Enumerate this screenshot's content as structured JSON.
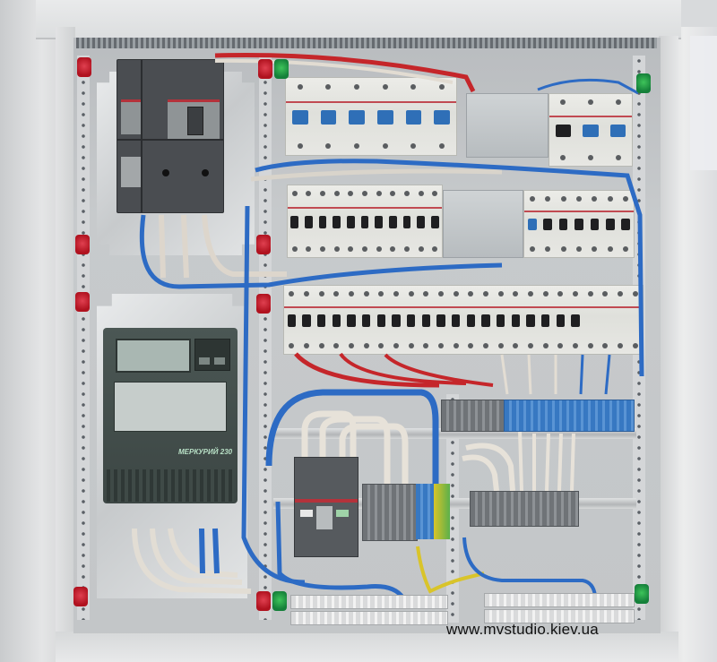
{
  "scene": {
    "subject": "Open electrical distribution cabinet with circuit breakers, energy meter and terminal blocks",
    "colors": {
      "cabinet": "#e4e5e6",
      "mounting_plate": "#c3c6c8",
      "wire_blue": "#2d6bc4",
      "wire_red": "#c82a2a",
      "wire_white": "#e8e4de",
      "wire_yellow_green": "#d9c42a",
      "clamp_red": "#c8202e",
      "clamp_green": "#1f9a45",
      "breaker_lever_blue": "#2f6fb7"
    }
  },
  "components": {
    "main_breaker": {
      "label": "Main circuit breaker"
    },
    "energy_meter": {
      "label": "Electricity meter",
      "brand_text": "МЕРКУРИЙ 230"
    },
    "breaker_rows": [
      {
        "name": "top-row",
        "modules": 6
      },
      {
        "name": "middle-row",
        "modules": 11
      },
      {
        "name": "bottom-row",
        "modules": 24
      }
    ],
    "terminal_blocks": [
      "upper distribution terminals",
      "lower left terminals",
      "lower right terminals"
    ]
  },
  "watermark": {
    "text": "www.mvstudio.kiev.ua"
  }
}
